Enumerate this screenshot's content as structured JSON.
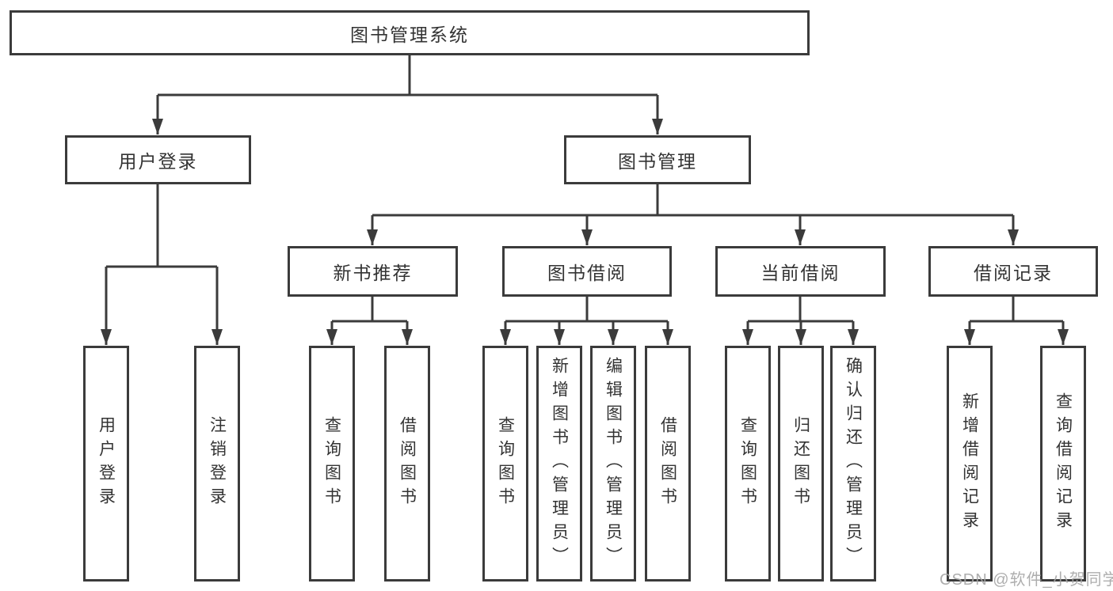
{
  "tree": {
    "label": "图书管理系统",
    "children": [
      {
        "label": "用户登录",
        "children": [
          {
            "label": "用户登录"
          },
          {
            "label": "注销登录"
          }
        ]
      },
      {
        "label": "图书管理",
        "children": [
          {
            "label": "新书推荐",
            "children": [
              {
                "label": "查询图书"
              },
              {
                "label": "借阅图书"
              }
            ]
          },
          {
            "label": "图书借阅",
            "children": [
              {
                "label": "查询图书"
              },
              {
                "label": "新增图书（管理员）"
              },
              {
                "label": "编辑图书（管理员）"
              },
              {
                "label": "借阅图书"
              }
            ]
          },
          {
            "label": "当前借阅",
            "children": [
              {
                "label": "查询图书"
              },
              {
                "label": "归还图书"
              },
              {
                "label": "确认归还（管理员）"
              }
            ]
          },
          {
            "label": "借阅记录",
            "children": [
              {
                "label": "新增借阅记录"
              },
              {
                "label": "查询借阅记录"
              }
            ]
          }
        ]
      }
    ]
  },
  "watermark": {
    "text": "CSDN @软件_小贺同学"
  },
  "colors": {
    "line": "#3b3b3b",
    "text": "#333333",
    "watermark": "#a6a6a6"
  }
}
